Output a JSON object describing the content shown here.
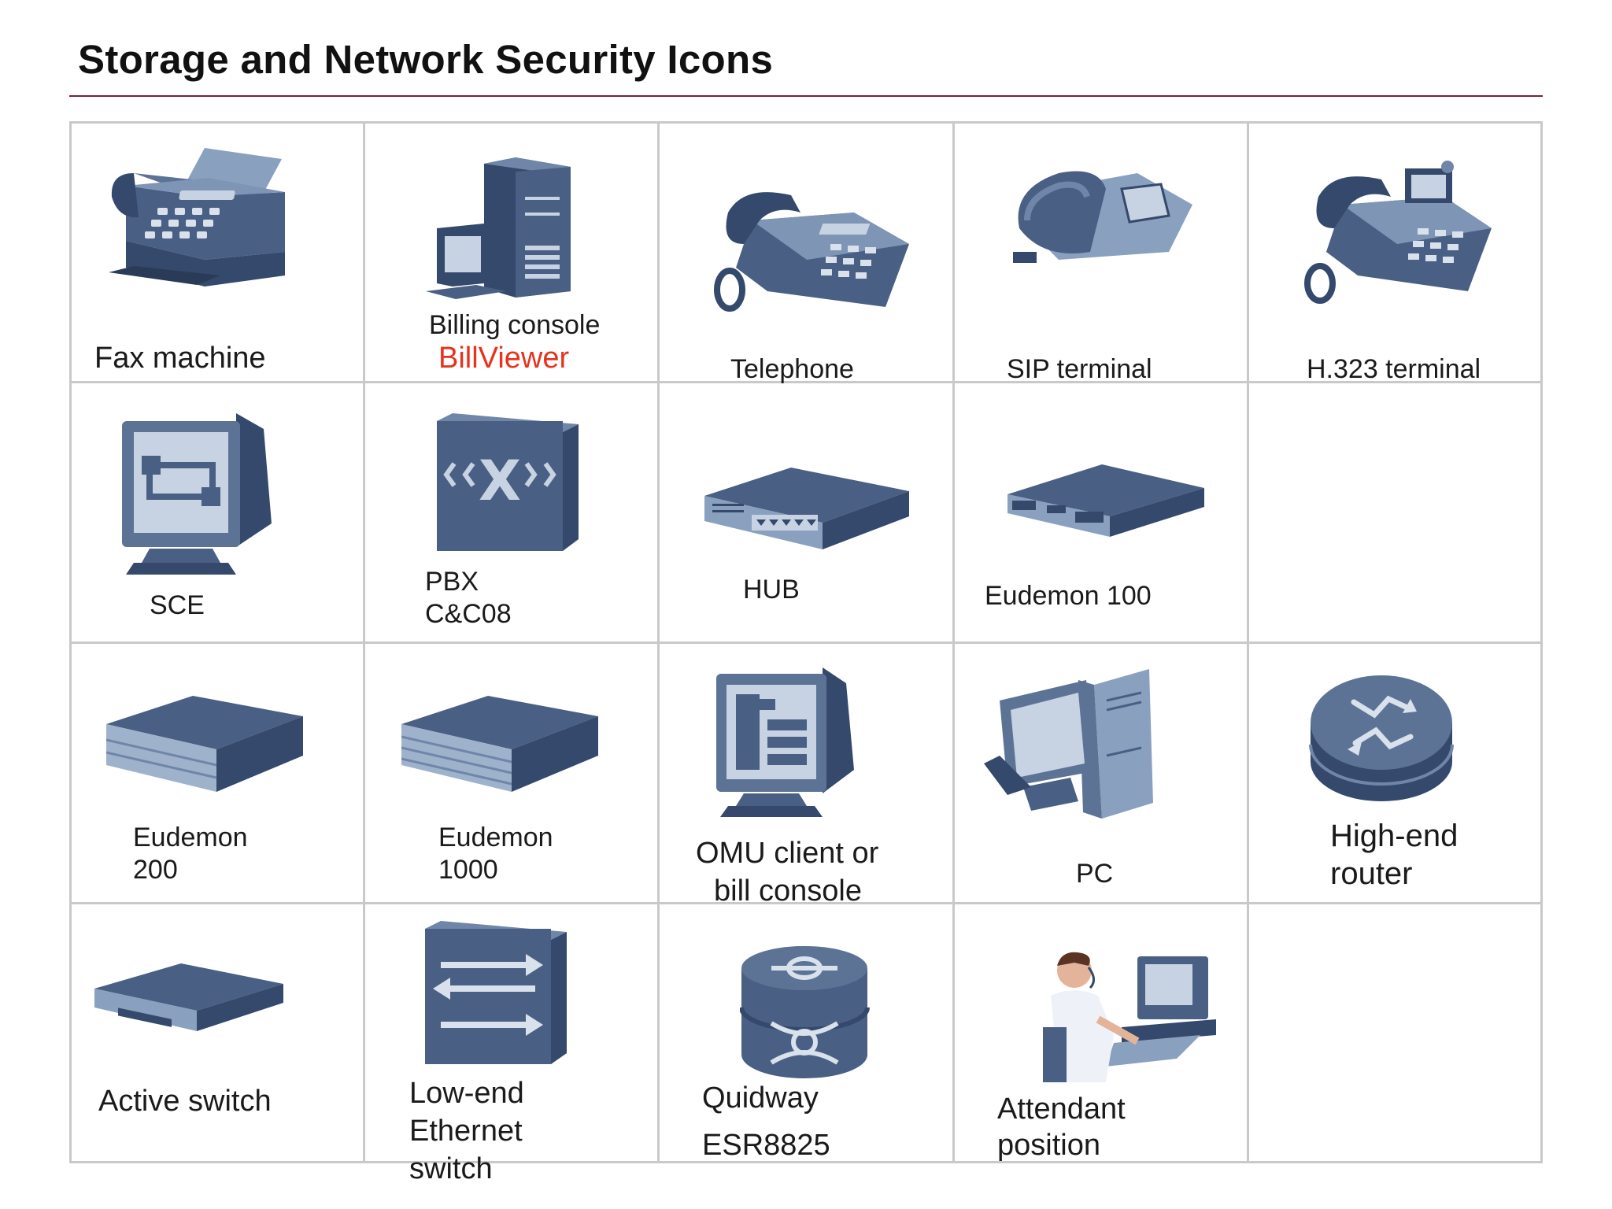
{
  "title": "Storage and Network Security Icons",
  "colors": {
    "accent_rule": "#7a1f45",
    "icon_dark": "#34496b",
    "icon_mid": "#5d7396",
    "icon_light": "#9fb2cc",
    "highlight_text": "#e8321c",
    "grid_line": "#c9c9c9"
  },
  "cells": [
    {
      "icon": "fax-machine-icon",
      "label_lines": [
        "Fax machine"
      ]
    },
    {
      "icon": "billing-console-icon",
      "label_lines": [
        "Billing console",
        "BillViewer"
      ]
    },
    {
      "icon": "telephone-icon",
      "label_lines": [
        "Telephone"
      ]
    },
    {
      "icon": "sip-terminal-icon",
      "label_lines": [
        "SIP terminal"
      ]
    },
    {
      "icon": "h323-terminal-icon",
      "label_lines": [
        "H.323 terminal"
      ]
    },
    {
      "icon": "sce-monitor-icon",
      "label_lines": [
        "SCE"
      ]
    },
    {
      "icon": "pbx-icon",
      "label_lines": [
        "PBX",
        "C&C08"
      ]
    },
    {
      "icon": "hub-icon",
      "label_lines": [
        "HUB"
      ]
    },
    {
      "icon": "eudemon-100-icon",
      "label_lines": [
        "Eudemon 100"
      ]
    },
    {
      "icon": "",
      "label_lines": []
    },
    {
      "icon": "eudemon-200-icon",
      "label_lines": [
        "Eudemon",
        "200"
      ]
    },
    {
      "icon": "eudemon-1000-icon",
      "label_lines": [
        "Eudemon",
        "1000"
      ]
    },
    {
      "icon": "omu-client-icon",
      "label_lines": [
        "OMU client or",
        "bill console"
      ]
    },
    {
      "icon": "pc-icon",
      "label_lines": [
        "PC"
      ]
    },
    {
      "icon": "high-end-router-icon",
      "label_lines": [
        "High-end",
        "router"
      ]
    },
    {
      "icon": "active-switch-icon",
      "label_lines": [
        "Active switch"
      ]
    },
    {
      "icon": "low-end-ethernet-switch-icon",
      "label_lines": [
        "Low-end",
        "Ethernet",
        "switch"
      ]
    },
    {
      "icon": "quidway-router-icon",
      "label_lines": [
        "Quidway",
        "ESR8825"
      ]
    },
    {
      "icon": "attendant-position-icon",
      "label_lines": [
        "Attendant",
        "position"
      ]
    },
    {
      "icon": "",
      "label_lines": []
    }
  ]
}
